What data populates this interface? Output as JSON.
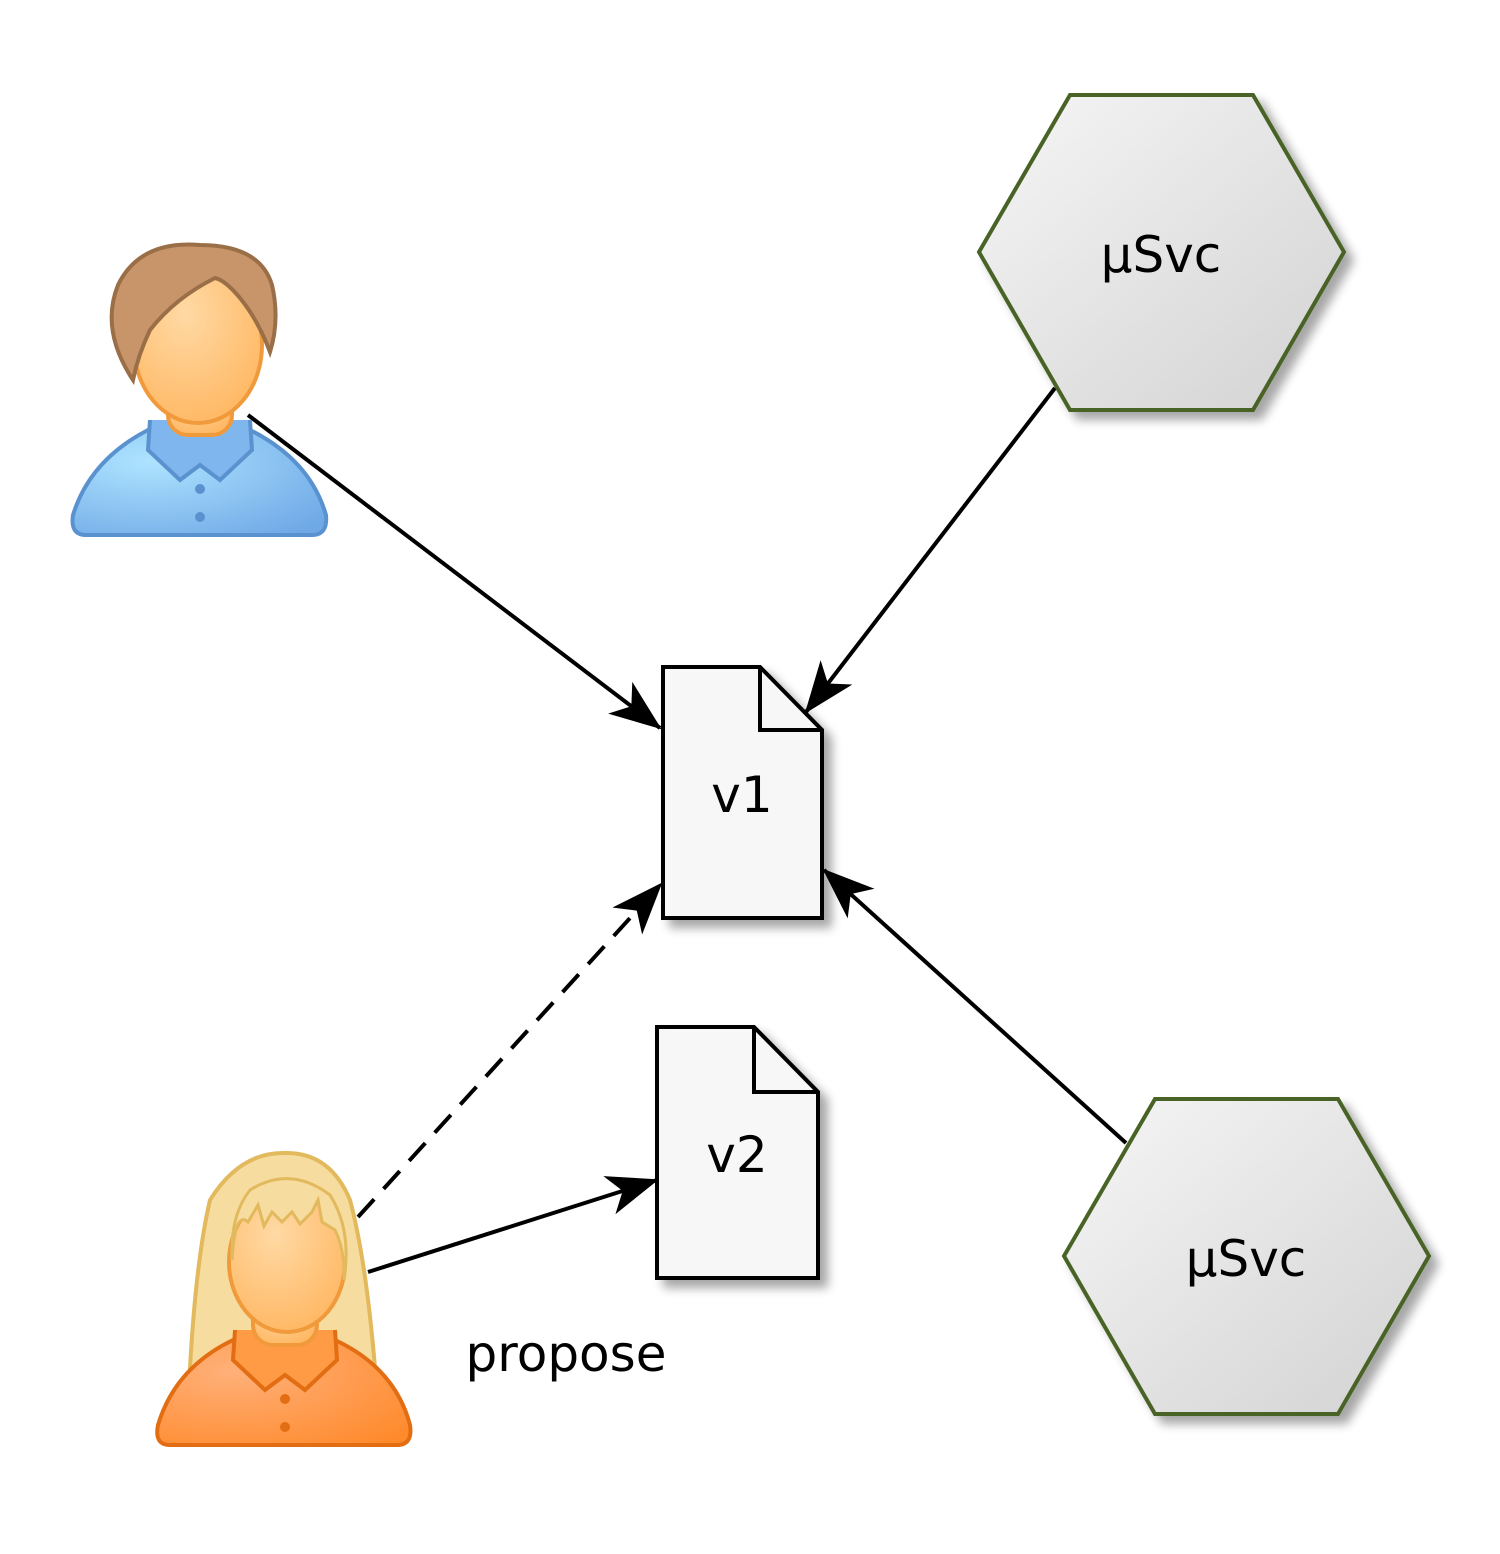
{
  "diagram": {
    "documents": [
      {
        "id": "doc-v1",
        "label": "v1"
      },
      {
        "id": "doc-v2",
        "label": "v2"
      }
    ],
    "services": [
      {
        "id": "svc-top",
        "label": "µSvc"
      },
      {
        "id": "svc-bottom",
        "label": "µSvc"
      }
    ],
    "actors": [
      {
        "id": "actor-male",
        "icon": "male-user-icon"
      },
      {
        "id": "actor-female",
        "icon": "female-user-icon"
      }
    ],
    "edges": [
      {
        "from": "actor-male",
        "to": "doc-v1",
        "style": "solid",
        "label": ""
      },
      {
        "from": "svc-top",
        "to": "doc-v1",
        "style": "solid",
        "label": ""
      },
      {
        "from": "svc-bottom",
        "to": "doc-v1",
        "style": "solid",
        "label": ""
      },
      {
        "from": "actor-female",
        "to": "doc-v1",
        "style": "dashed",
        "label": ""
      },
      {
        "from": "actor-female",
        "to": "doc-v2",
        "style": "solid",
        "label": "propose"
      }
    ],
    "colors": {
      "hex_stroke": "#4a6327",
      "doc_fill": "#f7f7f7",
      "male_shirt": "#6ea8e6",
      "female_shirt": "#ff8c2e",
      "skin": "#ffc47f",
      "male_hair": "#c8956a",
      "female_hair": "#f7dca0"
    }
  }
}
